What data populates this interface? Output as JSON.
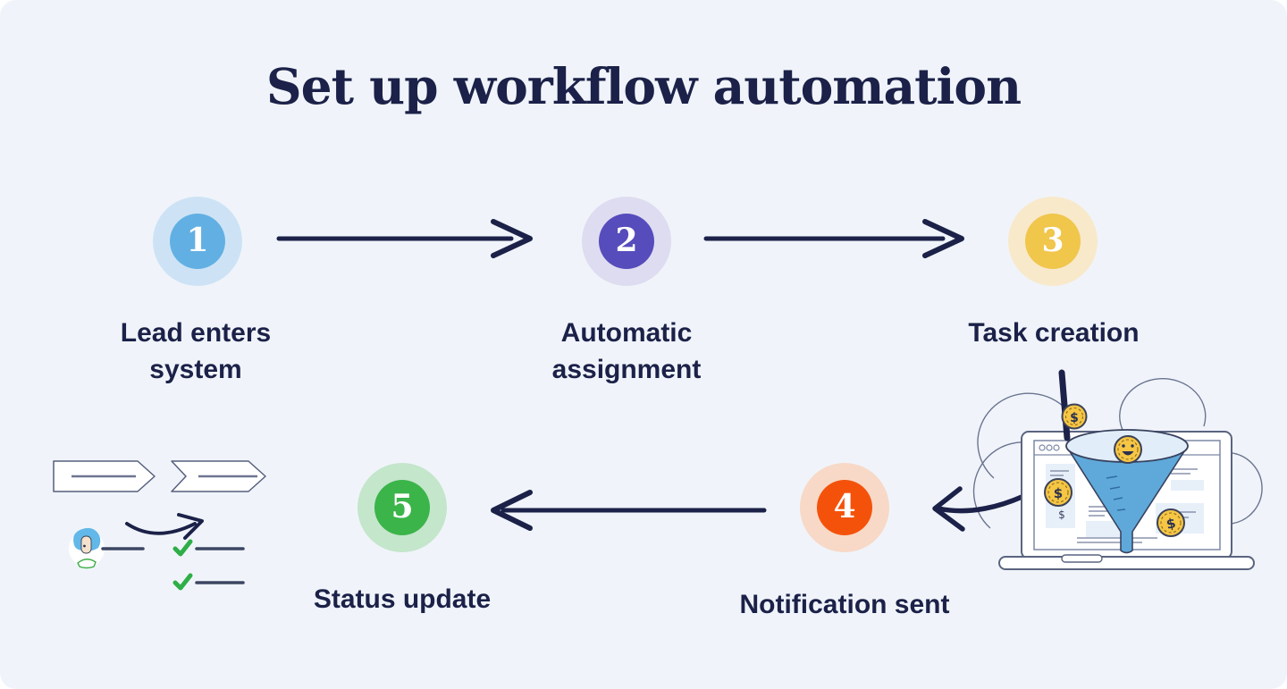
{
  "title": "Set up workflow automation",
  "colors": {
    "background": "#f0f4fa",
    "text": "#1b2148",
    "arrow": "#1b2148",
    "coin": "#f6c644",
    "funnel": "#5fa9da",
    "check_green": "#2fae47"
  },
  "steps": [
    {
      "number": "1",
      "label": "Lead enters\nsystem",
      "circle_color": "#62b0e3",
      "ring_color": "#cde3f5"
    },
    {
      "number": "2",
      "label": "Automatic\nassignment",
      "circle_color": "#564cbc",
      "ring_color": "#dedcf0"
    },
    {
      "number": "3",
      "label": "Task creation",
      "circle_color": "#f0c64b",
      "ring_color": "#f8e9cb"
    },
    {
      "number": "4",
      "label": "Notification sent",
      "circle_color": "#f4520b",
      "ring_color": "#f8d9c7"
    },
    {
      "number": "5",
      "label": "Status update",
      "circle_color": "#3bb44a",
      "ring_color": "#c4e6cb"
    }
  ]
}
